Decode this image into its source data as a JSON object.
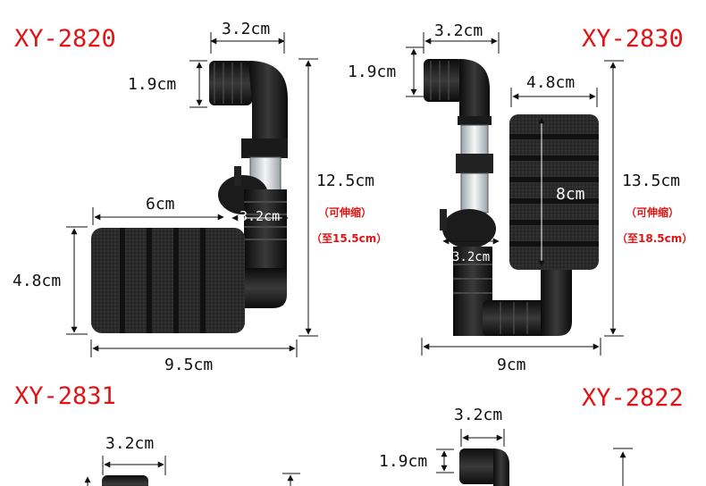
{
  "products": [
    {
      "model": "XY-2820",
      "dims": {
        "top_width": "3.2cm",
        "nozzle_height": "1.9cm",
        "sponge_width": "6cm",
        "tube_width": "3.2cm",
        "sponge_height": "4.8cm",
        "total_height": "12.5cm",
        "extendable": "（可伸缩）",
        "extend_to": "（至15.5cm）",
        "base_width": "9.5cm"
      }
    },
    {
      "model": "XY-2830",
      "dims": {
        "top_width": "3.2cm",
        "nozzle_height": "1.9cm",
        "sponge_width": "4.8cm",
        "sponge_height": "8cm",
        "tube_width": "3.2cm",
        "total_height": "13.5cm",
        "extendable": "（可伸缩）",
        "extend_to": "（至18.5cm）",
        "base_width": "9cm"
      }
    },
    {
      "model": "XY-2831",
      "dims": {
        "top_width": "3.2cm"
      }
    },
    {
      "model": "XY-2822",
      "dims": {
        "top_width": "3.2cm",
        "nozzle_height": "1.9cm"
      }
    }
  ],
  "colors": {
    "model_label": "#e01414",
    "sponge": "#2a2a2a",
    "plastic": "#1c1c1c",
    "dimension_line": "#111111"
  }
}
